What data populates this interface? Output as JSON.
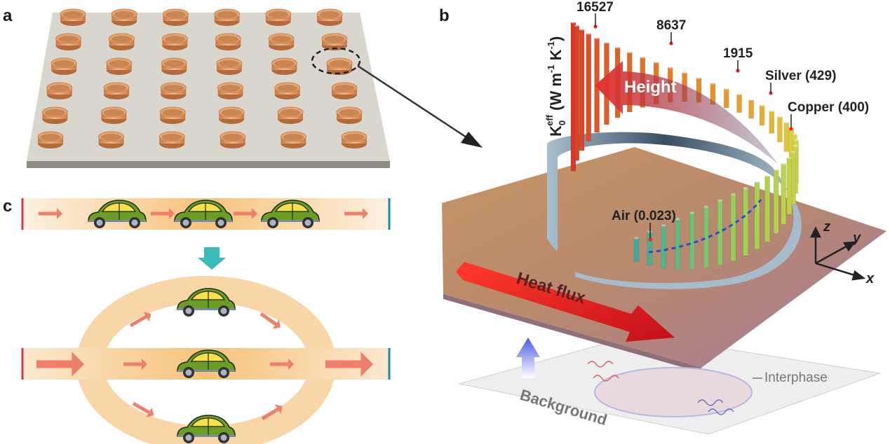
{
  "panels": {
    "a": "a",
    "b": "b",
    "c": "c"
  },
  "panel_b": {
    "axis_symbol": "K",
    "axis_sub": "0",
    "axis_sup": "eff",
    "axis_units_open": " (W m",
    "axis_units_exp1": "-1",
    "axis_units_mid": " K",
    "axis_units_exp2": "-1",
    "axis_units_close": ")",
    "value_labels": {
      "v1": "16527",
      "v2": "8637",
      "v3": "1915",
      "v4": "Silver (429)",
      "v5": "Copper (400)",
      "v6": "Air (0.023)"
    },
    "height_label": "Height",
    "heat_flux_label": "Heat flux",
    "background_label": "Background",
    "interphase_label": "Interphase",
    "axes": {
      "z": "z",
      "y": "y",
      "x": "x"
    }
  },
  "panel_c": {
    "top_lane_cars": 3,
    "bottom_lane_cars": 3
  },
  "colors": {
    "ring": "#e3a06f",
    "ring_dark": "#b8703f",
    "plate": "#d8d5cc",
    "lane": "#f6cf92",
    "arrow": "#ee7f6b",
    "car_body": "#6b9e24",
    "teal_arrow": "#3bbcbc",
    "left_wall": "#d43a4a",
    "right_wall": "#1a8aaa"
  }
}
